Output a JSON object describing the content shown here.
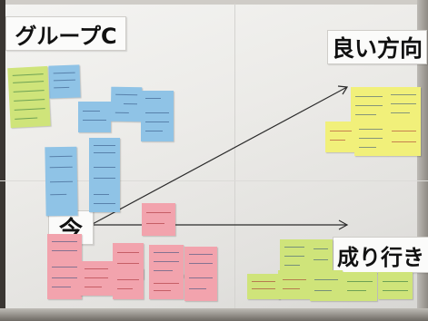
{
  "labels": {
    "group_title": "グループC",
    "good_direction": "良い方向",
    "current": "今",
    "default_path": "成り行き"
  }
}
